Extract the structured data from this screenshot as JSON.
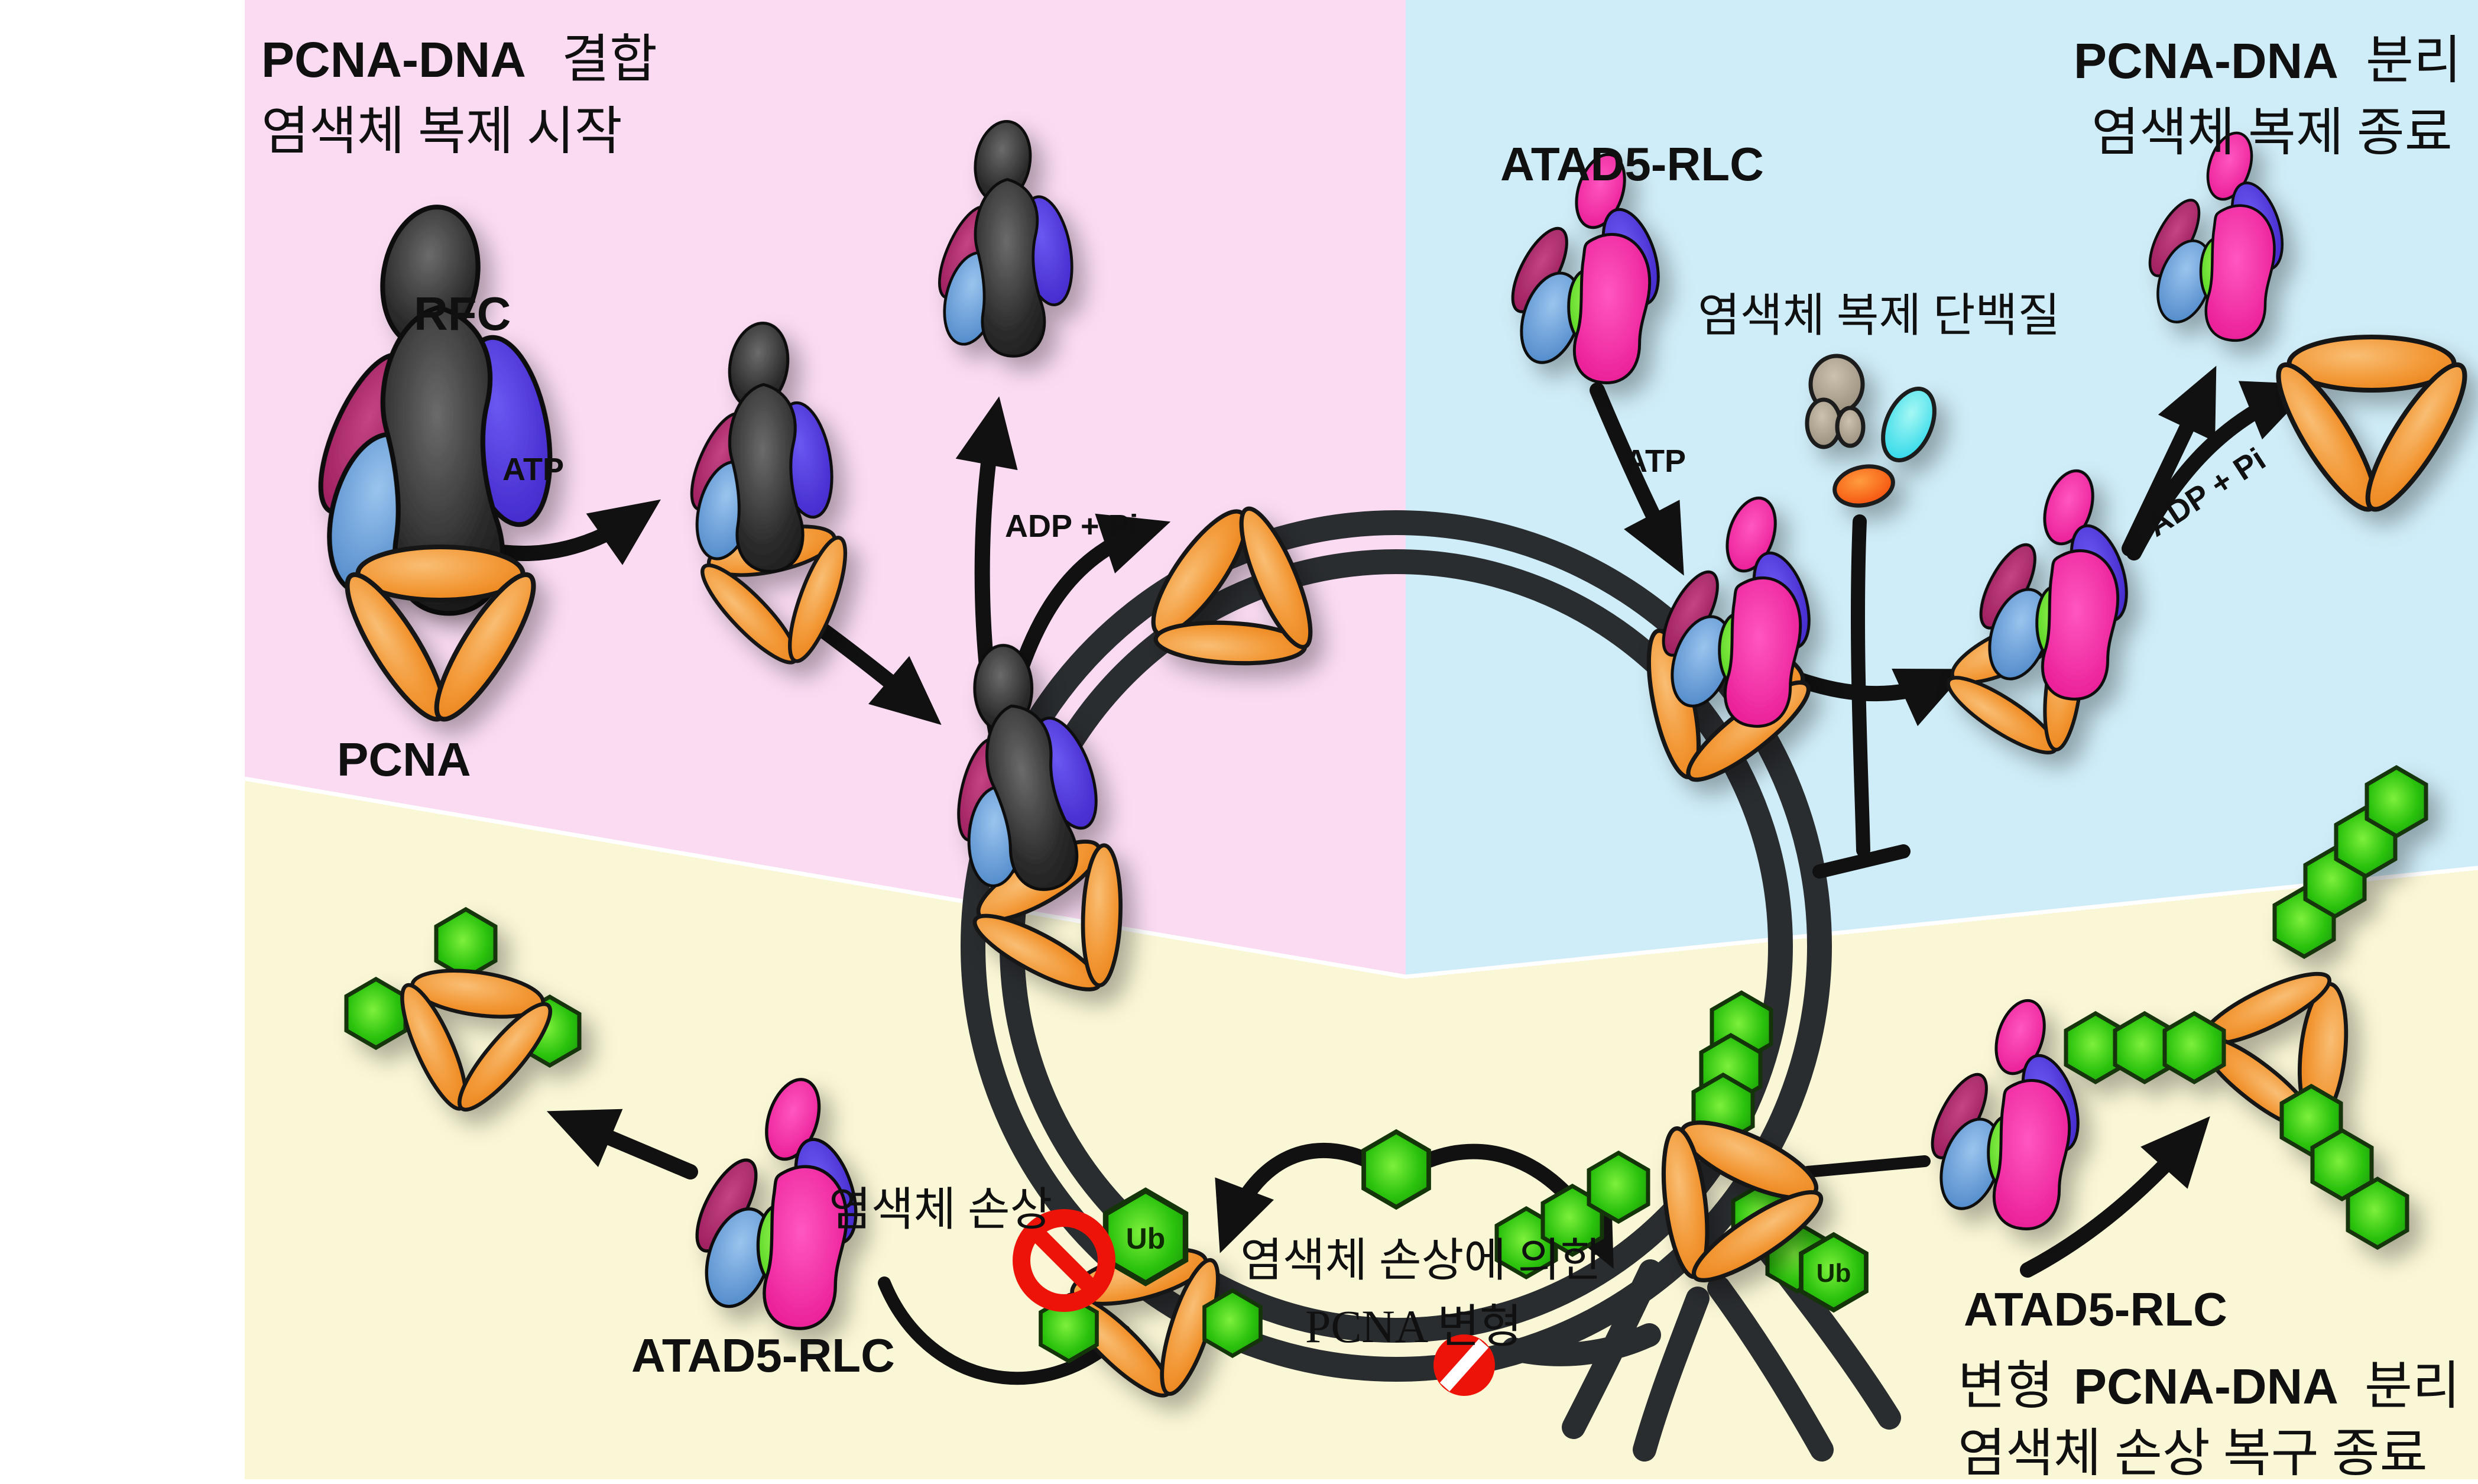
{
  "figure": {
    "type": "molecular-pathway-diagram",
    "description": "PCNA clamp loading/unloading cycle on circular chromosomal DNA"
  },
  "sections": {
    "top_left": {
      "title_latin": "PCNA-DNA",
      "title_ko": "결합",
      "subtitle": "염색체 복제 시작",
      "bg": "#FADBF2"
    },
    "top_right": {
      "title_latin": "PCNA-DNA",
      "title_ko": "분리",
      "subtitle": "염색체 복제 종료",
      "bg": "#CFEDF8"
    },
    "bottom": {
      "title_prefix_ko": "변형",
      "title_latin": "PCNA-DNA",
      "title_ko": "분리",
      "subtitle": "염색체 손상 복구 종료",
      "bg": "#FAF7D6"
    }
  },
  "labels": {
    "rfc": "RFC",
    "pcna": "PCNA",
    "atp_load": "ATP",
    "adp_pi_load": "ADP + Pi",
    "atad5_top": "ATAD5-RLC",
    "replication_proteins": "염색체 복제 단백질",
    "atp_unload": "ATP",
    "adp_pi_unload": "ADP + Pi",
    "chromosome_damage": "염색체 손상",
    "damage_mod_line1": "염색체 손상에 의한",
    "damage_mod_line2": "PCNA 변형",
    "atad5_bottom_left": "ATAD5-RLC",
    "atad5_bottom_right": "ATAD5-RLC",
    "ub_left": "Ub",
    "ub_right": "Ub"
  },
  "colors": {
    "region_binding": "#FADBF2",
    "region_unloading": "#CFEDF8",
    "region_repair": "#FAF7D6",
    "pcna_orange": "#F08A22",
    "ubiquitin_green": "#2BBE0C",
    "dna_black": "#2A2D30",
    "prohibition_red": "#EE1308",
    "rfc_black": "#242424",
    "atad5_pink": "#EC0D8E"
  }
}
